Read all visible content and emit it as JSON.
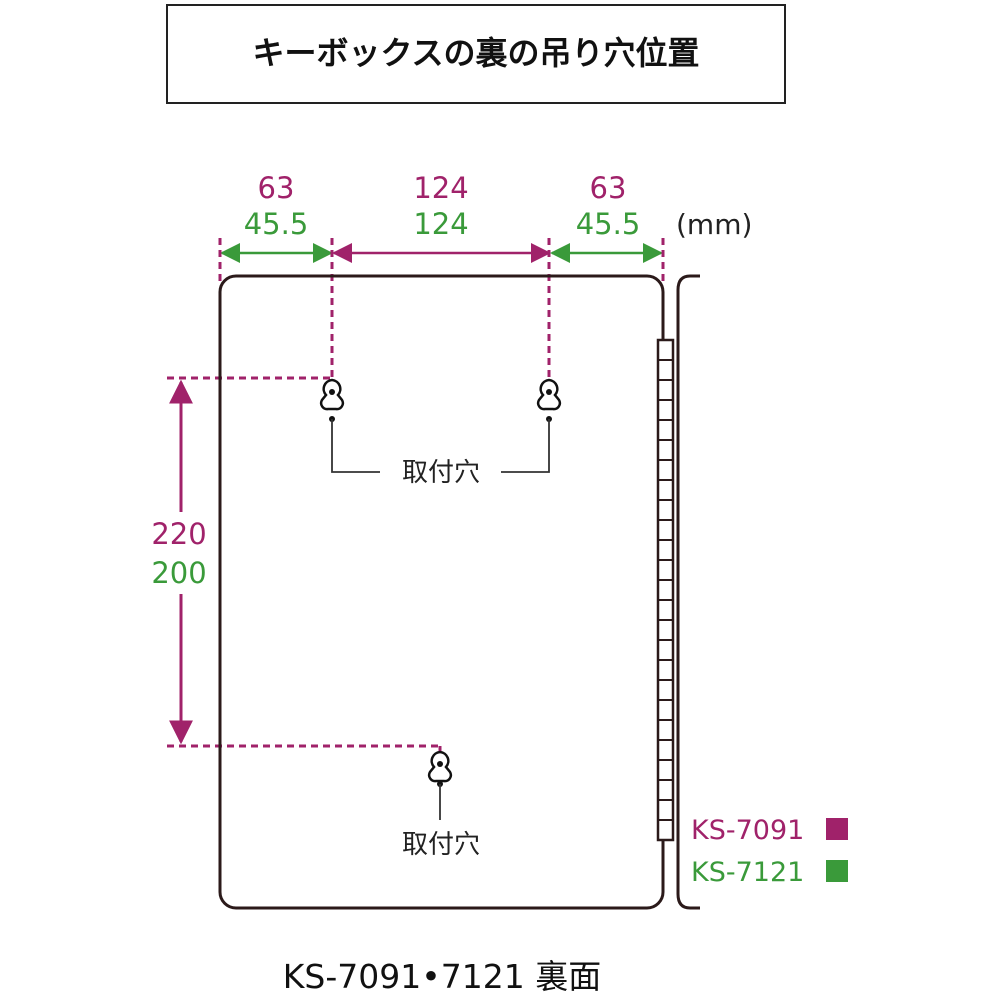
{
  "title": "キーボックスの裏の吊り穴位置",
  "unit": "(mm)",
  "colors": {
    "model_a": "#a0226a",
    "model_b": "#3a9a3a",
    "outline": "#2b1a1a"
  },
  "dimensions": {
    "left": {
      "model_a": "63",
      "model_b": "45.5"
    },
    "middle": {
      "model_a": "124",
      "model_b": "124"
    },
    "right": {
      "model_a": "63",
      "model_b": "45.5"
    },
    "vertical": {
      "model_a": "220",
      "model_b": "200"
    }
  },
  "hole_label": "取付穴",
  "legend": {
    "model_a": "KS-7091",
    "model_b": "KS-7121"
  },
  "footer": "KS-7091•7121 裏面"
}
